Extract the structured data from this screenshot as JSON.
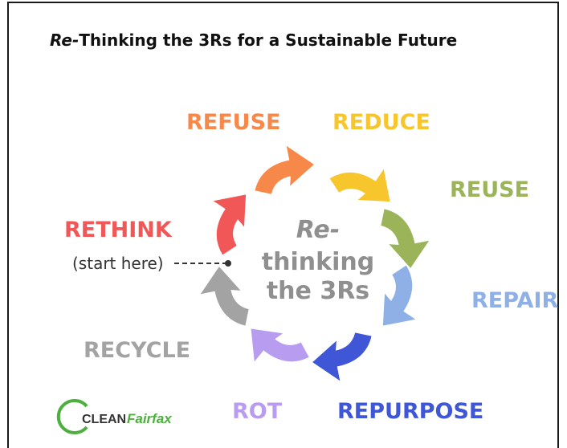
{
  "title": {
    "emphasis": "Re-",
    "rest": "Thinking the 3Rs for a Sustainable Future"
  },
  "center": {
    "line1": "Re-",
    "line2": "thinking",
    "line3": "the 3Rs"
  },
  "start_note": "(start here)",
  "steps": [
    {
      "label": "REFUSE",
      "color": "#f6884a"
    },
    {
      "label": "REDUCE",
      "color": "#f7c52c"
    },
    {
      "label": "REUSE",
      "color": "#9bb45a"
    },
    {
      "label": "REPAIR",
      "color": "#8fb0e6"
    },
    {
      "label": "REPURPOSE",
      "color": "#3f56d6"
    },
    {
      "label": "ROT",
      "color": "#b89cf0"
    },
    {
      "label": "RECYCLE",
      "color": "#a3a3a3"
    },
    {
      "label": "RETHINK",
      "color": "#f25757"
    }
  ],
  "logo": {
    "word1": "CLEAN",
    "word2": "Fairfax",
    "green": "#4caf3e"
  }
}
